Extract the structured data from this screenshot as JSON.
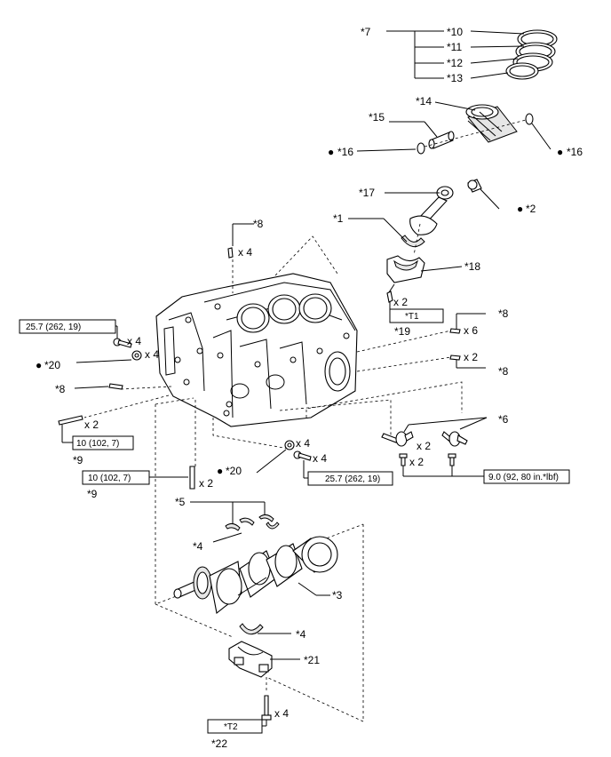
{
  "callouts": {
    "c7": "*7",
    "c10": "*10",
    "c11": "*11",
    "c12": "*12",
    "c13": "*13",
    "c14": "*14",
    "c15": "*15",
    "c16a": "*16",
    "c16b": "*16",
    "c17": "*17",
    "c2": "*2",
    "c1": "*1",
    "c18": "*18",
    "c19": "*19",
    "c8a": "*8",
    "c8b": "*8",
    "c8c": "*8",
    "c8d": "*8",
    "c20a": "*20",
    "c20b": "*20",
    "c9a": "*9",
    "c9b": "*9",
    "c6": "*6",
    "c5": "*5",
    "c4a": "*4",
    "c3": "*3",
    "c4b": "*4",
    "c21": "*21",
    "c22": "*22"
  },
  "quantities": {
    "q8_top": "x 4",
    "q19": "x 2",
    "q8_r1": "x 6",
    "q8_r2": "x 2",
    "q_bolt_left": "x 4",
    "q20_left": "x 4",
    "q9_left": "x 2",
    "q6a": "x 2",
    "q6b": "x 2",
    "q20_mid": "x 4",
    "q_bolt_mid": "x 4",
    "q9_mid": "x 2",
    "q22": "x 4"
  },
  "torque_boxes": {
    "t_left": "25.7 (262, 19)",
    "t_mid": "25.7 (262, 19)",
    "t_stud_left": "10 (102, 7)",
    "t_stud_mid": "10 (102, 7)",
    "t_jet": "9.0 (92, 80 in.*lbf)",
    "t1": "*T1",
    "t2": "*T2"
  },
  "symbols": {
    "bullet": "●"
  }
}
